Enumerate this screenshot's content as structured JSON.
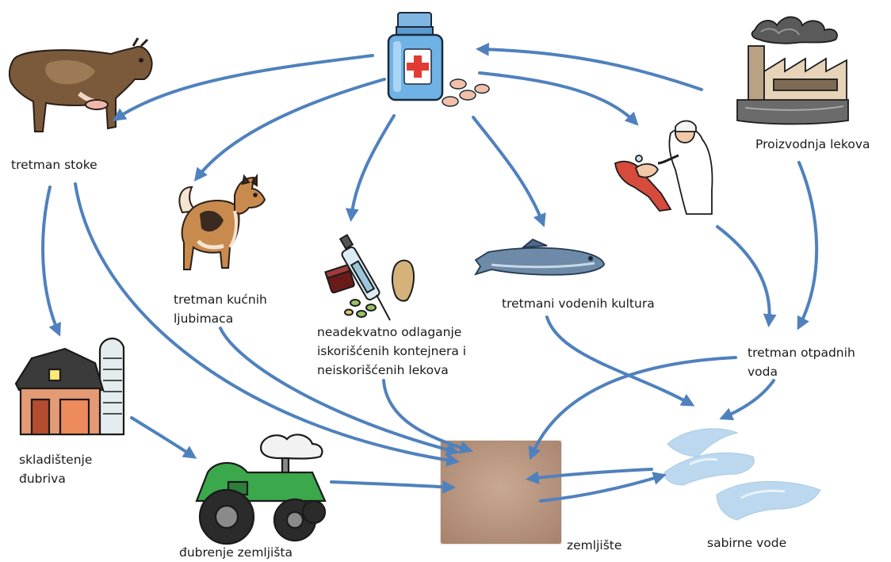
{
  "diagram": {
    "colors": {
      "arrow": "#4f81bd",
      "soil": "#b89680",
      "water": "#bfd9ee"
    },
    "nodes": {
      "medicine": {
        "icon": "medicine-bottle-icon"
      },
      "livestock": {
        "icon": "cow-icon",
        "label": "tretman stoke"
      },
      "pets": {
        "icon": "dog-icon",
        "lines": [
          "tretman kućnih",
          "ljubimaca"
        ]
      },
      "disposal": {
        "icon": "syringe-pills-icon",
        "lines": [
          "neadekvatno odlaganje",
          "iskorišćenih kontejnera i",
          "neiskorišćenih lekova"
        ]
      },
      "aquaculture": {
        "icon": "fish-icon",
        "label": "tretmani vodenih kultura"
      },
      "doctor": {
        "icon": "dentist-icon"
      },
      "production": {
        "icon": "factory-icon",
        "label": "Proizvodnja lekova"
      },
      "wastewater": {
        "lines": [
          "tretman otpadnih",
          "voda"
        ]
      },
      "manure_storage": {
        "icon": "barn-silo-icon",
        "lines": [
          "skladištenje",
          "đubriva"
        ]
      },
      "fertilizing": {
        "icon": "tractor-icon",
        "label": "đubrenje zemljišta"
      },
      "soil": {
        "icon": "soil-patch-icon",
        "label": "zemljište"
      },
      "water": {
        "icon": "water-waves-icon",
        "label": "sabirne vode"
      }
    }
  }
}
